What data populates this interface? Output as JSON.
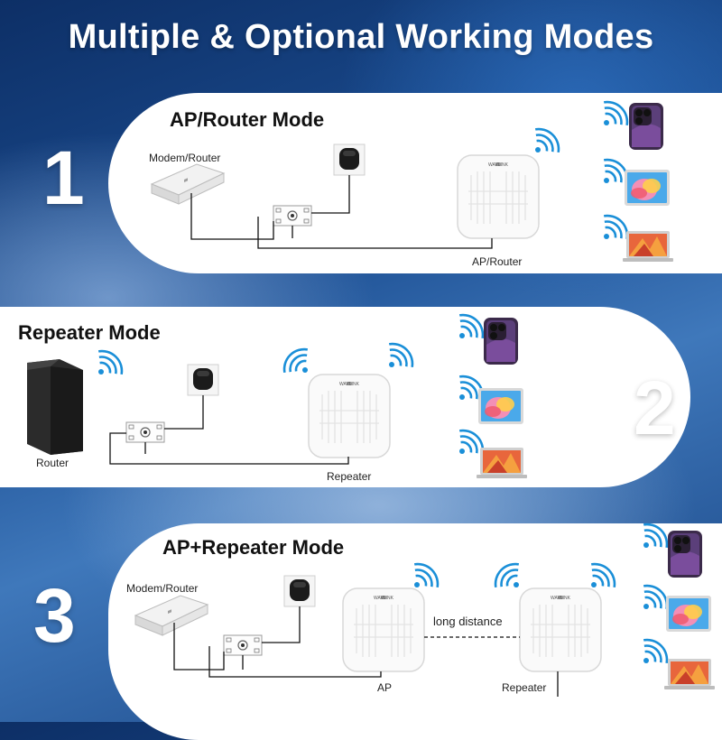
{
  "title": "Multiple & Optional Working Modes",
  "modes": [
    {
      "number": "1",
      "title": "AP/Router Mode",
      "labels": {
        "source": "Modem/Router",
        "device": "AP/Router"
      }
    },
    {
      "number": "2",
      "title": "Repeater Mode",
      "labels": {
        "source": "Router",
        "device": "Repeater"
      }
    },
    {
      "number": "3",
      "title": "AP+Repeater Mode",
      "labels": {
        "source": "Modem/Router",
        "ap": "AP",
        "link": "long distance",
        "repeater": "Repeater"
      }
    }
  ],
  "brand": "WAVLINK",
  "client_devices": [
    "phone",
    "tablet",
    "laptop"
  ]
}
